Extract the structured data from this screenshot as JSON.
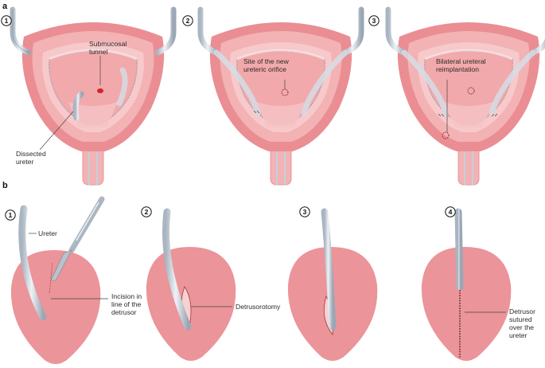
{
  "panel_a": {
    "label": "a",
    "steps": [
      {
        "number": "1",
        "labels": {
          "tunnel": [
            "Submucosal",
            "tunnel"
          ],
          "ureter": [
            "Dissected",
            "ureter"
          ]
        }
      },
      {
        "number": "2",
        "labels": {
          "orifice": [
            "Site of the new",
            "ureteric orifice"
          ]
        }
      },
      {
        "number": "3",
        "labels": {
          "reimplant": [
            "Bilateral ureteral",
            "reimplantation"
          ]
        }
      }
    ]
  },
  "panel_b": {
    "label": "b",
    "steps": [
      {
        "number": "1",
        "labels": {
          "ureter": [
            "Ureter"
          ],
          "incision": [
            "Incision in",
            "line of the",
            "detrusor"
          ]
        }
      },
      {
        "number": "2",
        "labels": {
          "detrusorotomy": [
            "Detrusorotomy"
          ]
        }
      },
      {
        "number": "3",
        "labels": {}
      },
      {
        "number": "4",
        "labels": {
          "sutured": [
            "Detrusor",
            "sutured",
            "over the",
            "ureter"
          ]
        }
      }
    ]
  },
  "colors": {
    "bladder_outer": "#ea8e94",
    "bladder_mid": "#f3b2b4",
    "bladder_inner": "#f7c9ca",
    "mucosa": "#f2a9ab",
    "ureter_fill": "#d5dde6",
    "ureter_stroke": "#7b8895",
    "tissue": "#eb9499"
  }
}
